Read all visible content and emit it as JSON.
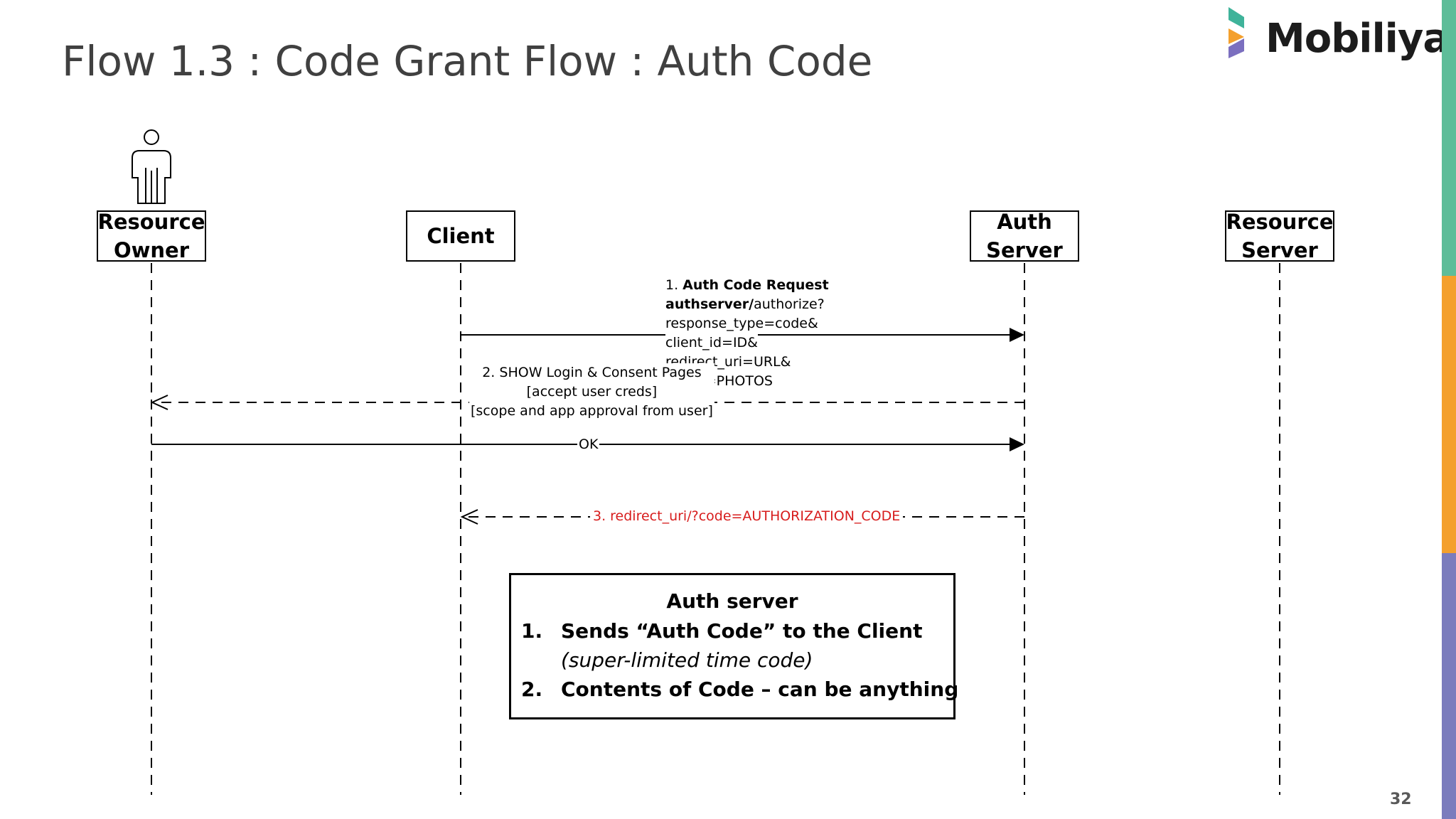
{
  "slide": {
    "title": "Flow 1.3 : Code Grant Flow : Auth Code",
    "logo_text": "Mobiliya",
    "page_number": "32"
  },
  "colors": {
    "bar_green": "#5ebd99",
    "bar_orange": "#f4a02d",
    "bar_purple": "#7b7cbd",
    "message_red": "#d71c1c",
    "logo_teal": "#3fb39a",
    "logo_orange": "#f4a02d",
    "logo_purple": "#7b6fbf"
  },
  "actors": [
    {
      "id": "resource-owner",
      "line1": "Resource",
      "line2": "Owner",
      "has_figure": true
    },
    {
      "id": "client",
      "line1": "Client",
      "line2": ""
    },
    {
      "id": "auth-server",
      "line1": "Auth",
      "line2": "Server"
    },
    {
      "id": "resource-server",
      "line1": "Resource",
      "line2": "Server"
    }
  ],
  "messages": {
    "msg1": {
      "number": "1. ",
      "title": "Auth Code Request",
      "path_bold": "authserver/",
      "path_rest": "authorize?",
      "lines": [
        "response_type=code&",
        "client_id=ID&",
        "redirect_uri=URL&",
        "scope=PHOTOS"
      ],
      "from": "client",
      "to": "auth-server",
      "style": "solid"
    },
    "msg2": {
      "lines": [
        "2. SHOW Login & Consent Pages",
        "[accept user creds]",
        "[scope and app approval from user]"
      ],
      "from": "auth-server",
      "to": "resource-owner",
      "style": "dashed"
    },
    "msg_ok": {
      "label": "OK",
      "from": "resource-owner",
      "to": "auth-server",
      "style": "solid"
    },
    "msg3": {
      "label": "3. redirect_uri/?code=AUTHORIZATION_CODE",
      "from": "auth-server",
      "to": "client",
      "style": "dashed",
      "color": "red"
    }
  },
  "note": {
    "title": "Auth server",
    "item1_num": "1.",
    "item1_text": "Sends “Auth Code” to the Client",
    "item1_sub": "(super-limited time code)",
    "item2_num": "2.",
    "item2_text": "Contents of Code – can be anything"
  }
}
